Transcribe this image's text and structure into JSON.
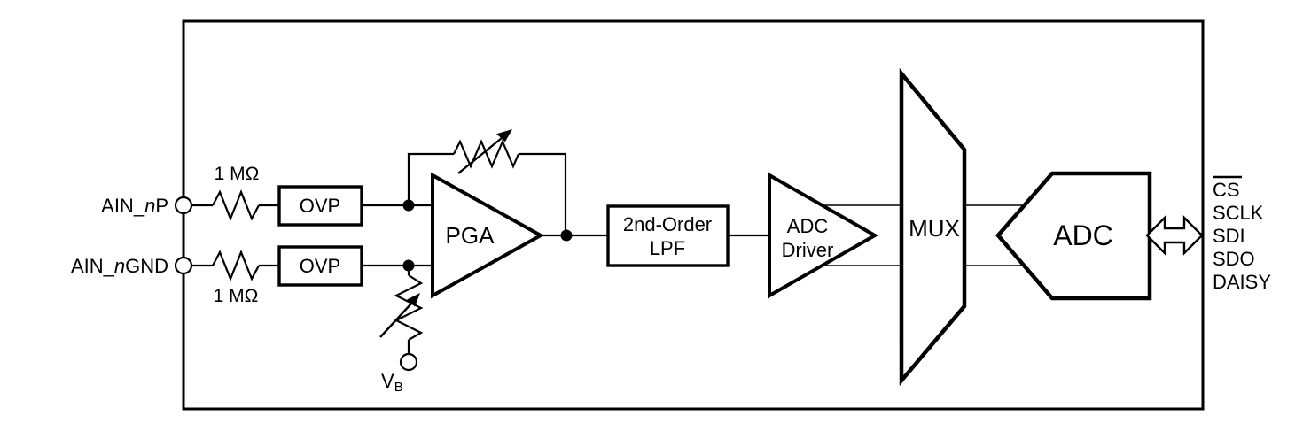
{
  "inputs": {
    "ain_p": {
      "prefix": "AIN_",
      "var": "n",
      "suffix": "P"
    },
    "ain_gnd": {
      "prefix": "AIN_",
      "var": "n",
      "suffix": "GND"
    },
    "r_top": "1 MΩ",
    "r_bottom": "1 MΩ"
  },
  "blocks": {
    "ovp_top": "OVP",
    "ovp_bottom": "OVP",
    "pga": "PGA",
    "lpf_line1": "2nd-Order",
    "lpf_line2": "LPF",
    "driver_line1": "ADC",
    "driver_line2": "Driver",
    "mux": "MUX",
    "adc": "ADC"
  },
  "bias": {
    "v": "V",
    "sub": "B"
  },
  "pins": [
    "CS",
    "SCLK",
    "SDI",
    "SDO",
    "DAISY"
  ],
  "colors": {
    "ink": "#000000",
    "background": "#ffffff"
  }
}
